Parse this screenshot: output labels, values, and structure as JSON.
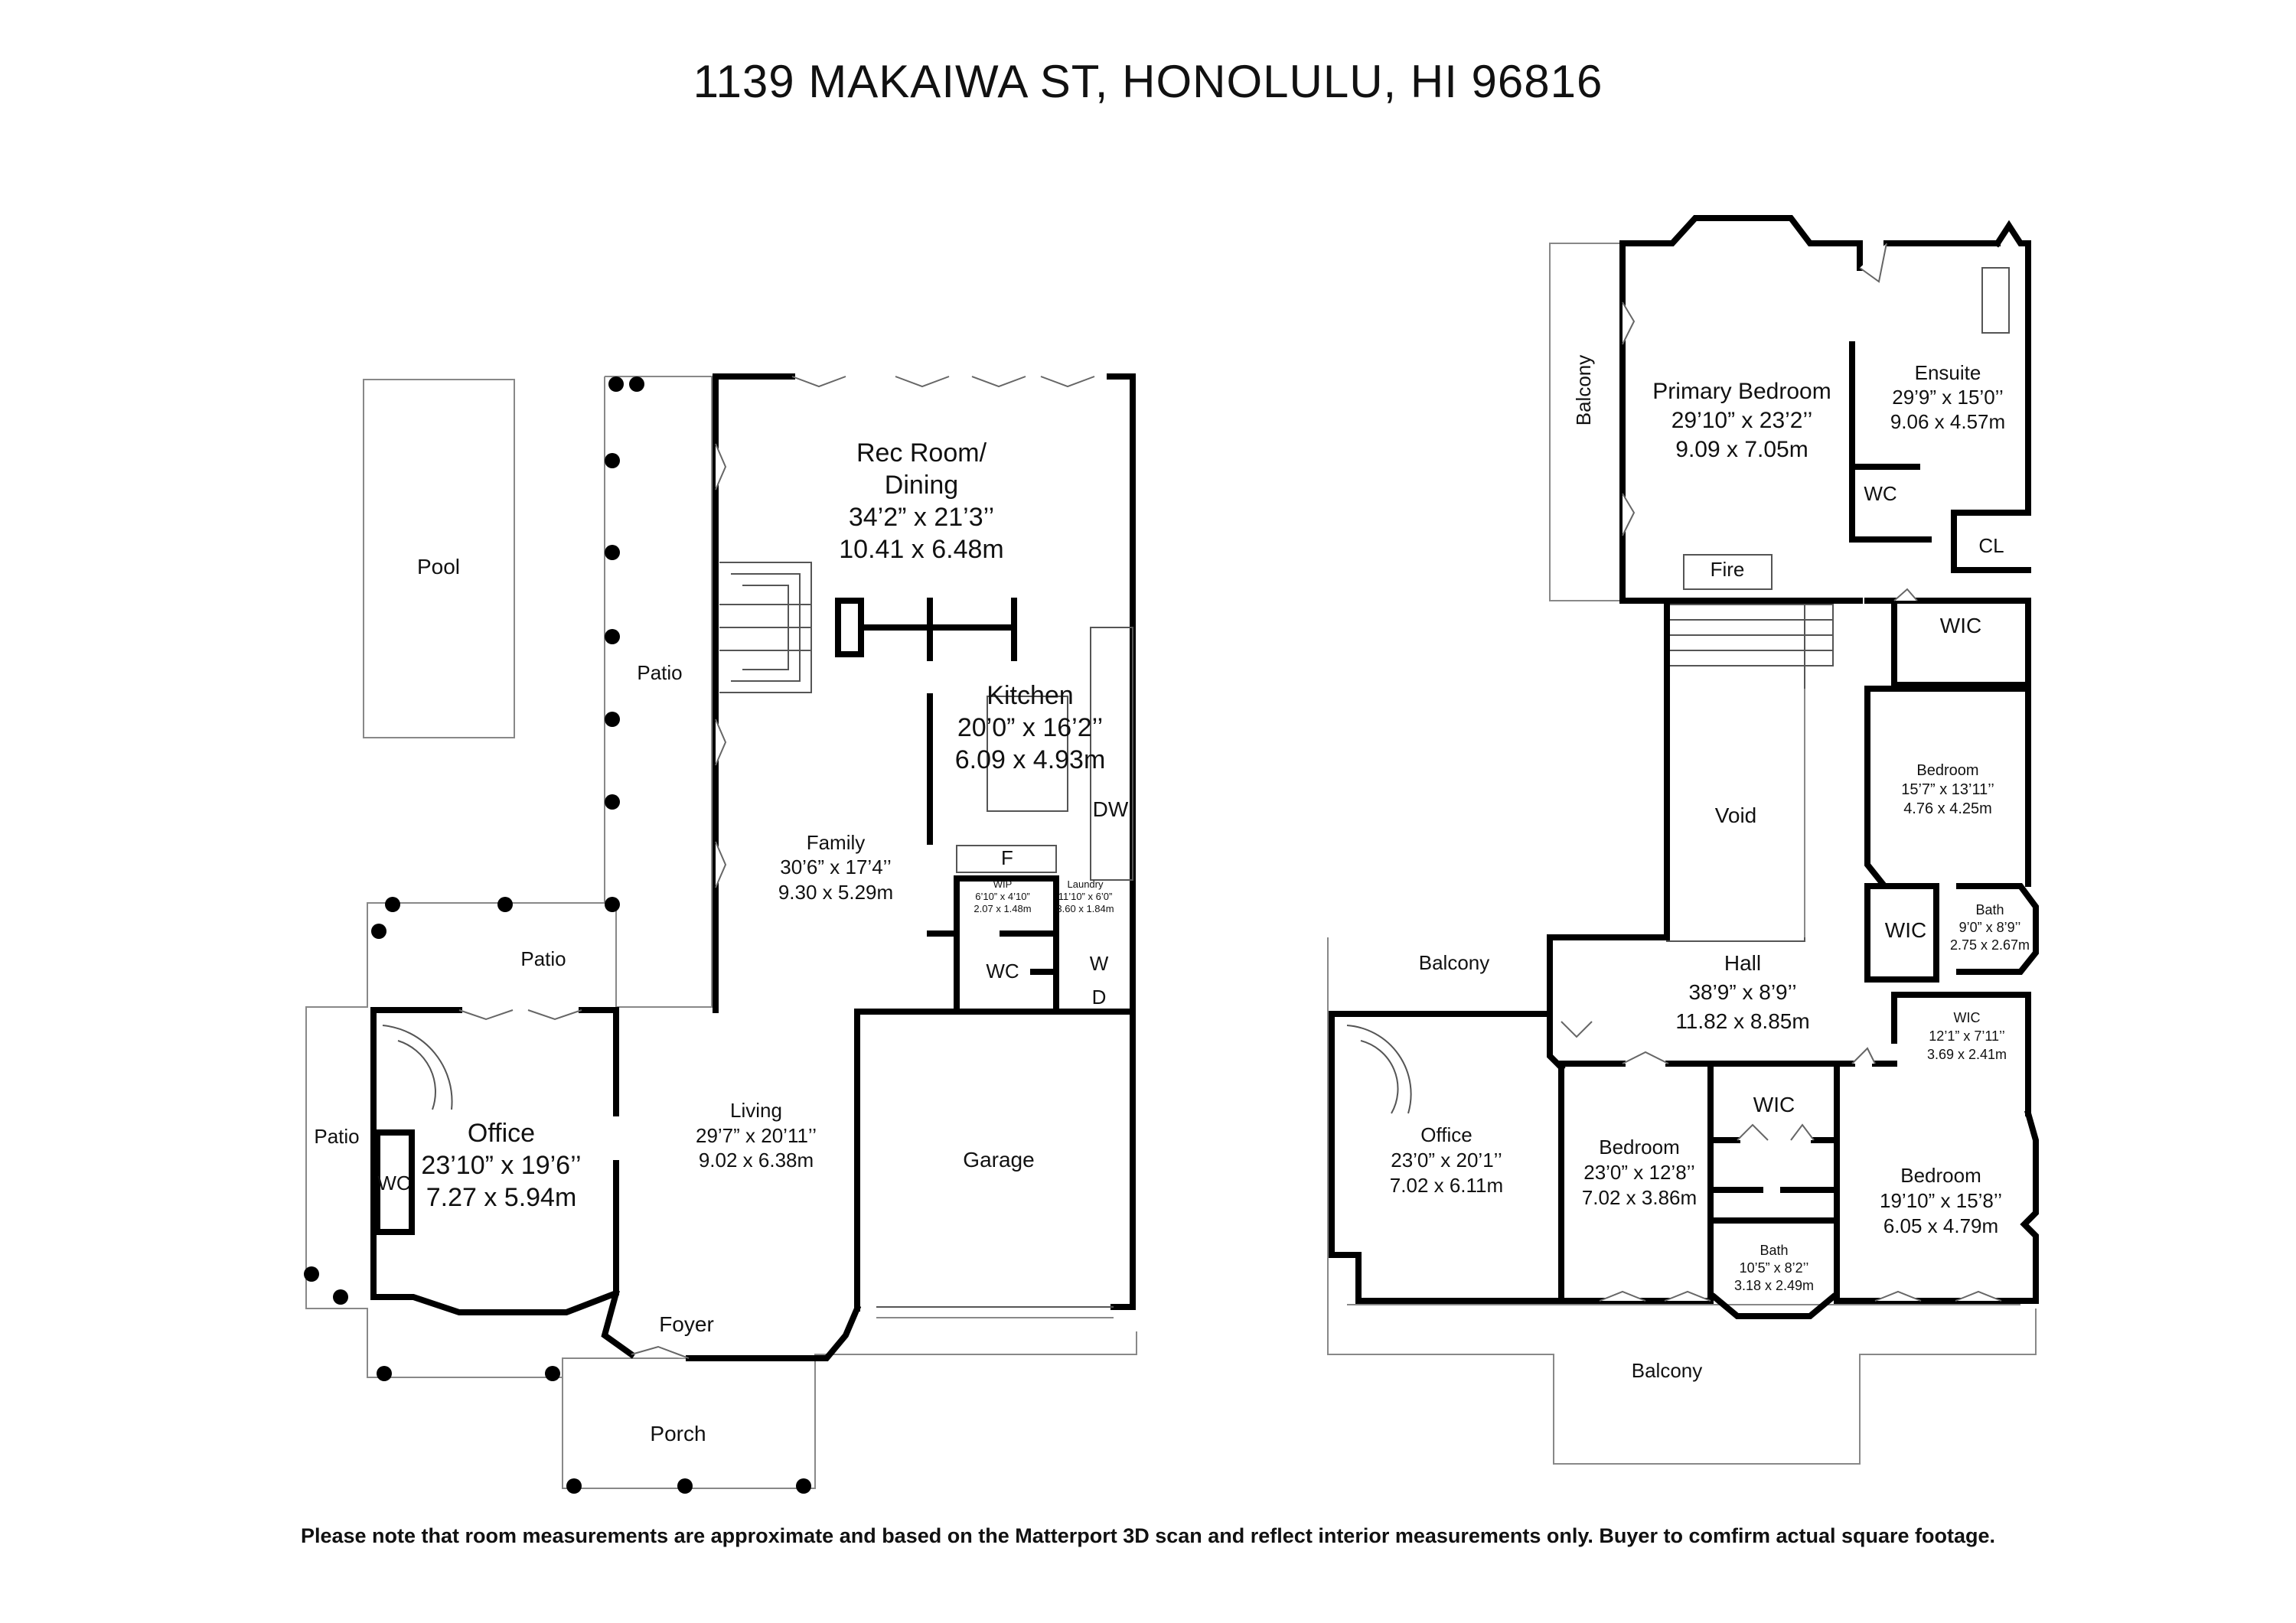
{
  "title": "1139 MAKAIWA ST, HONOLULU, HI 96816",
  "footnote": "Please note that room measurements are approximate and based on the Matterport 3D scan and reflect interior measurements only.  Buyer to comfirm actual square footage.",
  "ground_floor": {
    "pool": "Pool",
    "patio_north": "Patio",
    "patio_mid": "Patio",
    "patio_west": "Patio",
    "rec_room": {
      "name_1": "Rec Room/",
      "name_2": "Dining",
      "imperial": "34’2” x 21’3’’",
      "metric": "10.41 x 6.48m"
    },
    "kitchen": {
      "name": "Kitchen",
      "imperial": "20’0” x 16’2’’",
      "metric": "6.09 x 4.93m"
    },
    "dw": "DW",
    "f": "F",
    "wip": {
      "name": "WIP",
      "imperial": "6’10” x 4’10”",
      "metric": "2.07 x 1.48m"
    },
    "laundry": {
      "name": "Laundry",
      "imperial": "11’10” x 6’0”",
      "metric": "3.60 x 1.84m"
    },
    "w": "W",
    "d": "D",
    "wc_kitchen": "WC",
    "family": {
      "name": "Family",
      "imperial": "30’6” x 17’4’’",
      "metric": "9.30 x 5.29m"
    },
    "living": {
      "name": "Living",
      "imperial": "29’7” x 20’11’’",
      "metric": "9.02 x 6.38m"
    },
    "office": {
      "name": "Office",
      "imperial": "23’10” x 19’6’’",
      "metric": "7.27 x 5.94m"
    },
    "wc_office": "WC",
    "garage": "Garage",
    "foyer": "Foyer",
    "porch": "Porch"
  },
  "upper_floor": {
    "balcony_west": "Balcony",
    "primary_bedroom": {
      "name": "Primary Bedroom",
      "imperial": "29’10” x 23’2’’",
      "metric": "9.09 x 7.05m"
    },
    "ensuite": {
      "name": "Ensuite",
      "imperial": "29’9” x 15’0’’",
      "metric": "9.06 x 4.57m"
    },
    "wc": "WC",
    "cl": "CL",
    "fire": "Fire",
    "wic_1": "WIC",
    "void": "Void",
    "bedroom_east": {
      "name": "Bedroom",
      "imperial": "15’7” x 13’11’’",
      "metric": "4.76 x 4.25m"
    },
    "wic_2": "WIC",
    "bath_east": {
      "name": "Bath",
      "imperial": "9’0” x 8’9’’",
      "metric": "2.75 x 2.67m"
    },
    "balcony_nw": "Balcony",
    "hall": {
      "name": "Hall",
      "imperial": "38’9” x 8’9’’",
      "metric": "11.82 x 8.85m"
    },
    "wic_3": {
      "name": "WIC",
      "imperial": "12’1” x 7’11’’",
      "metric": "3.69 x 2.41m"
    },
    "office": {
      "name": "Office",
      "imperial": "23’0” x 20’1’’",
      "metric": "7.02 x 6.11m"
    },
    "bedroom_mid": {
      "name": "Bedroom",
      "imperial": "23’0” x 12’8’’",
      "metric": "7.02 x 3.86m"
    },
    "wic_4": "WIC",
    "bath_mid": {
      "name": "Bath",
      "imperial": "10’5” x 8’2’’",
      "metric": "3.18 x 2.49m"
    },
    "bedroom_se": {
      "name": "Bedroom",
      "imperial": "19’10” x 15’8’’",
      "metric": "6.05 x 4.79m"
    },
    "balcony_south": "Balcony"
  }
}
